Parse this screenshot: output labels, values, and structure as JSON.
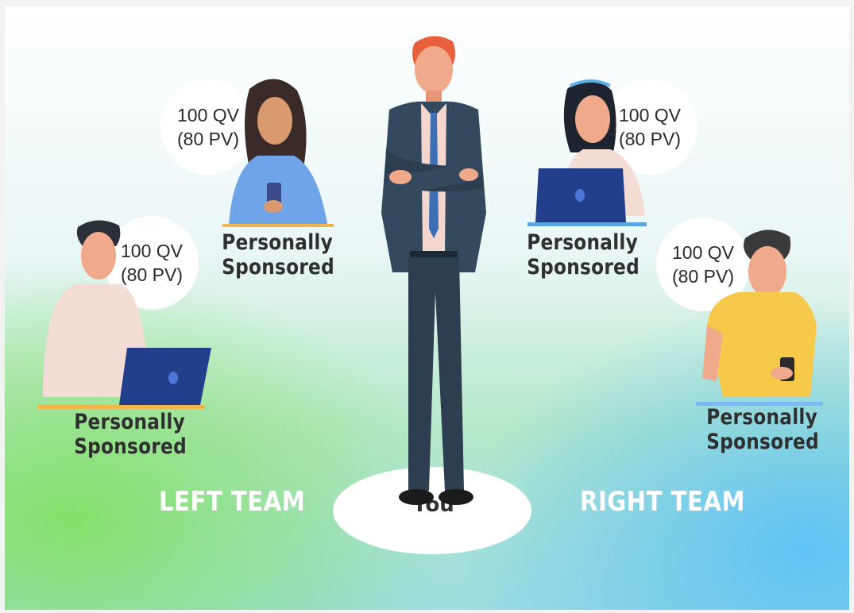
{
  "bubbles": [
    {
      "qv": "100 QV",
      "pv": "(80 PV)"
    },
    {
      "qv": "100 QV",
      "pv": "(80 PV)"
    },
    {
      "qv": "100 QV",
      "pv": "(80 PV)"
    },
    {
      "qv": "100 QV",
      "pv": "(80 PV)"
    }
  ],
  "sponsor_labels": [
    {
      "line1": "Personally",
      "line2": "Sponsored"
    },
    {
      "line1": "Personally",
      "line2": "Sponsored"
    },
    {
      "line1": "Personally",
      "line2": "Sponsored"
    },
    {
      "line1": "Personally",
      "line2": "Sponsored"
    }
  ],
  "teams": {
    "left": "LEFT TEAM",
    "right": "RIGHT TEAM"
  },
  "center": {
    "label": "You"
  },
  "colors": {
    "navy_suit": "#34495e",
    "laptop": "#233e8a",
    "skin": "#f0a98a",
    "yellow_shirt": "#f7c94b",
    "blue_shirt": "#6fa4e8",
    "text_dark": "#2f2f2f",
    "team_text": "#ffffff"
  }
}
